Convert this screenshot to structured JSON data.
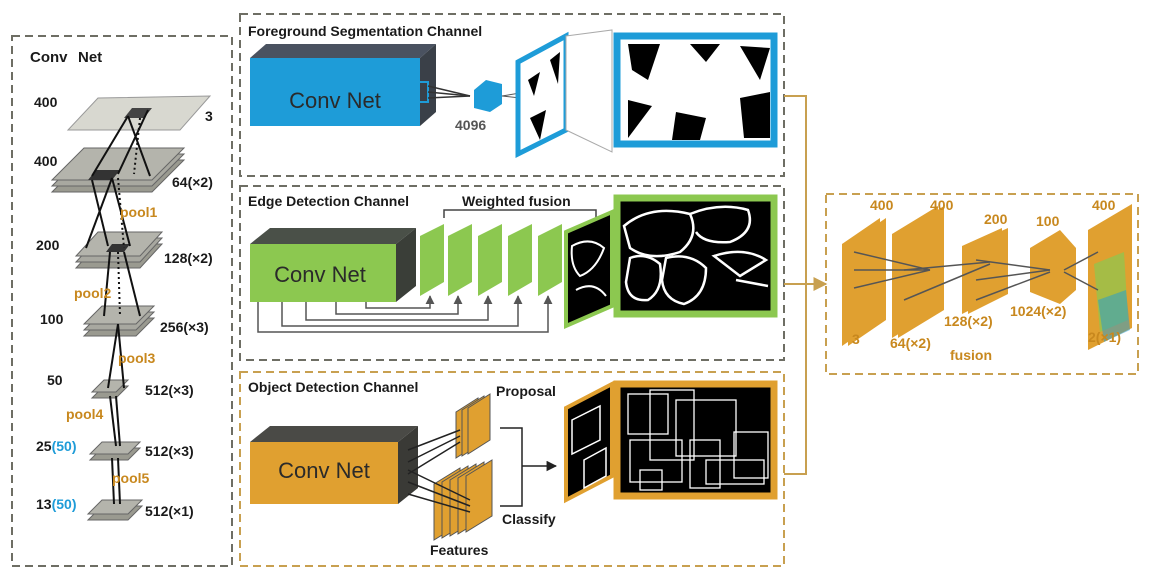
{
  "vgg": {
    "title_conv": "Conv",
    "title_net": "Net",
    "layers": [
      {
        "size": "400",
        "channels": "3",
        "pool": ""
      },
      {
        "size": "400",
        "channels": "64(×2)",
        "pool": "pool1"
      },
      {
        "size": "200",
        "channels": "128(×2)",
        "pool": "pool2"
      },
      {
        "size": "100",
        "channels": "256(×3)",
        "pool": "pool3"
      },
      {
        "size": "50",
        "channels": "512(×3)",
        "pool": "pool4"
      },
      {
        "size": "25",
        "size_extra": "(50)",
        "channels": "512(×3)",
        "pool": "pool5"
      },
      {
        "size": "13",
        "size_extra": "(50)",
        "channels": "512(×1)",
        "pool": ""
      }
    ]
  },
  "foreground": {
    "title": "Foreground Segmentation Channel",
    "block_label": "Conv Net",
    "fc_label": "4096",
    "color": "#1e9cd8"
  },
  "edge": {
    "title": "Edge Detection Channel",
    "fusion_label": "Weighted fusion",
    "block_label": "Conv Net",
    "color": "#8cc850"
  },
  "object": {
    "title": "Object Detection Channel",
    "block_label": "Conv Net",
    "proposal_label": "Proposal",
    "features_label": "Features",
    "classify_label": "Classify",
    "color": "#e0a030"
  },
  "fusion": {
    "sizes": [
      "400",
      "400",
      "200",
      "100",
      "400"
    ],
    "channels": [
      "3",
      "64(×2)",
      "128(×2)",
      "1024(×2)",
      "2(×1)"
    ],
    "label": "fusion",
    "color": "#e0a030"
  }
}
